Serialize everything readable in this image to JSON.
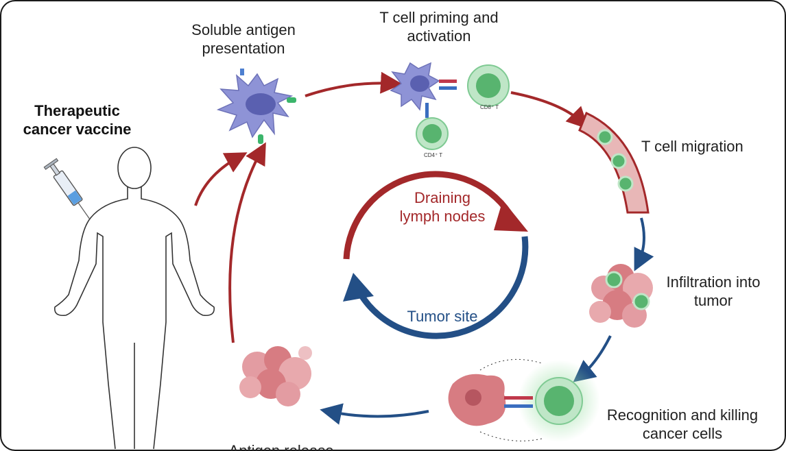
{
  "title": {
    "line1": "Therapeutic",
    "line2": "cancer vaccine"
  },
  "steps": {
    "soluble_antigen": {
      "line1": "Soluble antigen",
      "line2": "presentation"
    },
    "priming": {
      "line1": "T cell priming and",
      "line2": "activation"
    },
    "migration": "T cell migration",
    "infiltration": {
      "line1": "Infiltration into",
      "line2": "tumor"
    },
    "recognition": {
      "line1": "Recognition and killing",
      "line2": "cancer cells"
    },
    "antigen_release": "Antigen release"
  },
  "center": {
    "lymph_line1": "Draining",
    "lymph_line2": "lymph nodes",
    "tumor": "Tumor site"
  },
  "cell_labels": {
    "cd8": "CD8⁺ T",
    "cd4": "CD4⁺ T"
  },
  "colors": {
    "red_arrow": "#a3282a",
    "blue_arrow": "#234f86",
    "dc": "#8e93d6",
    "tcell": "#7fca93",
    "tumor": "#d77c82"
  }
}
